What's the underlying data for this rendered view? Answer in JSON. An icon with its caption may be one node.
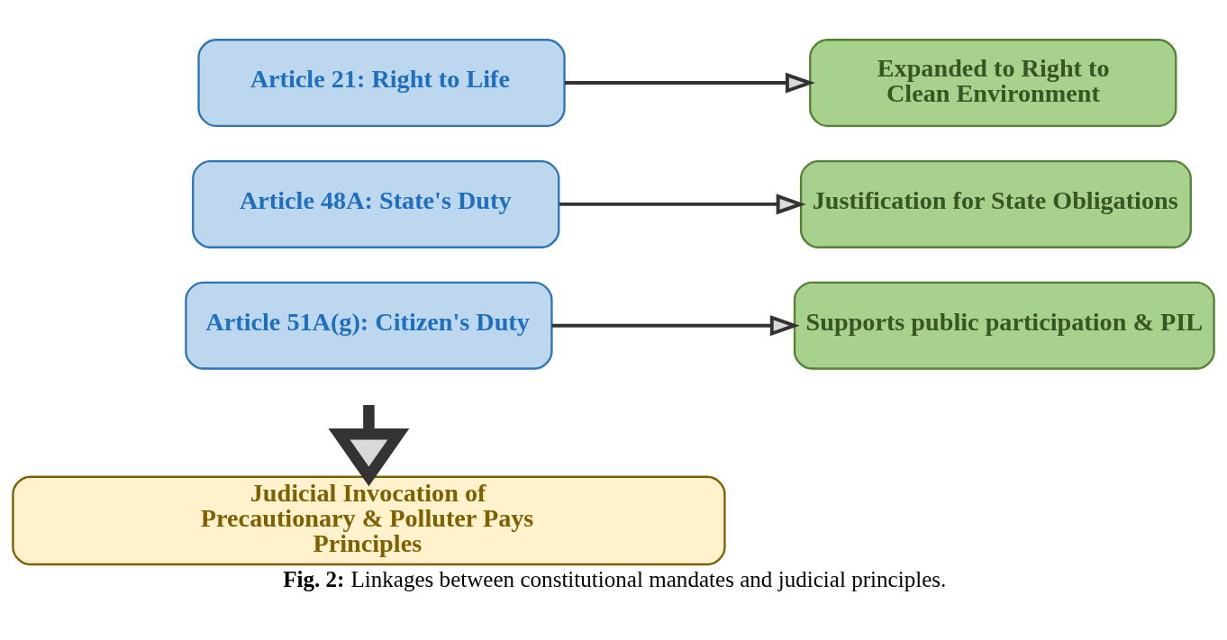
{
  "diagram": {
    "caption": "**Fig. 2:** Linkages between constitutional mandates and judicial principles.",
    "nodes": [
      {
        "text": [
          "Article 21: Right to Life"
        ]
      },
      {
        "text": [
          "Article 48A: State's Duty"
        ]
      },
      {
        "text": [
          "Article 51A(g): Citizen's Duty"
        ]
      },
      {
        "text": [
          "Expanded to Right to Clean Environment"
        ]
      },
      {
        "text": [
          "Justification for State Obligations"
        ]
      },
      {
        "text": [
          "Supports public participation & PIL"
        ]
      },
      {
        "text": [
          "Judicial Invocation of Precautionary & Polluter Pays Principles"
        ]
      }
    ],
    "edges": [
      {
        "from": 0,
        "to": 3,
        "arrow": "to"
      },
      {
        "from": 1,
        "to": 4,
        "arrow": "to"
      },
      {
        "from": 2,
        "to": 5,
        "arrow": "to"
      },
      {
        "from": null,
        "to": 6,
        "arrow": "to",
        "style": "thick"
      }
    ]
  }
}
